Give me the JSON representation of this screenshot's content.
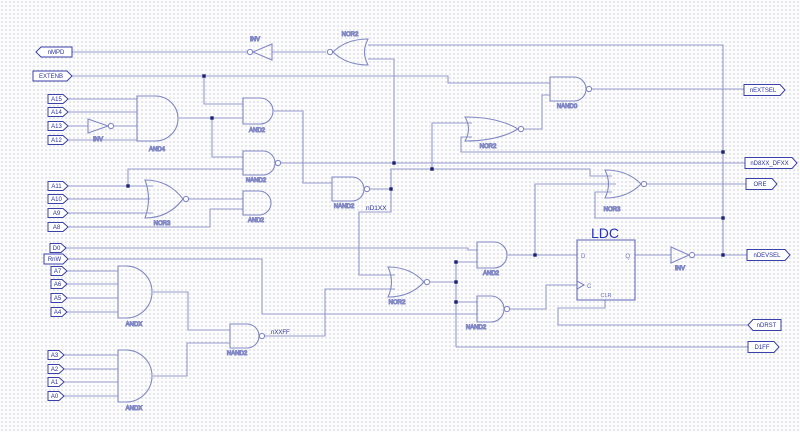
{
  "colors": {
    "wire": "#979cd0",
    "symbol": "#8289c4",
    "port_stroke": "#3a41a8",
    "port_text": "#2a31a0",
    "gate_label": "#9094c6",
    "net_label": "#2a31a0",
    "junction": "#1c2270",
    "ff_stroke": "#6a70bd",
    "ff_title": "#2a35b8",
    "ff_pin_text": "#6a70bd",
    "background": "#fcfcfd"
  },
  "ports": {
    "left": [
      {
        "id": "nmpd",
        "label": "nMPD"
      },
      {
        "id": "extenb",
        "label": "EXTENB"
      },
      {
        "id": "a15",
        "label": "A15"
      },
      {
        "id": "a14",
        "label": "A14"
      },
      {
        "id": "a13",
        "label": "A13"
      },
      {
        "id": "a12",
        "label": "A12"
      },
      {
        "id": "a11",
        "label": "A11"
      },
      {
        "id": "a10",
        "label": "A10"
      },
      {
        "id": "a9",
        "label": "A9"
      },
      {
        "id": "a8",
        "label": "A8"
      },
      {
        "id": "d0",
        "label": "D0"
      },
      {
        "id": "rnw",
        "label": "RnW"
      },
      {
        "id": "a7",
        "label": "A7"
      },
      {
        "id": "a6",
        "label": "A6"
      },
      {
        "id": "a5",
        "label": "A5"
      },
      {
        "id": "a4",
        "label": "A4"
      },
      {
        "id": "a3",
        "label": "A3"
      },
      {
        "id": "a2",
        "label": "A2"
      },
      {
        "id": "a1",
        "label": "A1"
      },
      {
        "id": "a0",
        "label": "A0"
      }
    ],
    "right": [
      {
        "id": "nextsel",
        "label": "nEXTSEL"
      },
      {
        "id": "nd8xx",
        "label": "nD8XX_DFXX"
      },
      {
        "id": "ore",
        "label": "ORE"
      },
      {
        "id": "ndevsel",
        "label": "nDEVSEL"
      },
      {
        "id": "ndrst",
        "label": "nDRST"
      },
      {
        "id": "d1ff",
        "label": "D1FF"
      }
    ]
  },
  "gates": [
    {
      "id": "inv-top",
      "label": "INV"
    },
    {
      "id": "nor2-top",
      "label": "NOR2"
    },
    {
      "id": "inv-a13",
      "label": "INV"
    },
    {
      "id": "and4",
      "label": "AND4"
    },
    {
      "id": "and2-1",
      "label": "AND2"
    },
    {
      "id": "nand2-1",
      "label": "NAND2"
    },
    {
      "id": "nor3-left",
      "label": "NOR3"
    },
    {
      "id": "and2-2",
      "label": "AND2"
    },
    {
      "id": "nand2-2",
      "label": "NAND2"
    },
    {
      "id": "nor2-mid",
      "label": "NOR2"
    },
    {
      "id": "nand0",
      "label": "NAND0"
    },
    {
      "id": "nor3-right",
      "label": "NOR3"
    },
    {
      "id": "and2-3",
      "label": "AND2"
    },
    {
      "id": "nor2-bot",
      "label": "NOR2"
    },
    {
      "id": "nand2-3",
      "label": "NAND2"
    },
    {
      "id": "inv-out",
      "label": "INV"
    },
    {
      "id": "andx-1",
      "label": "ANDX"
    },
    {
      "id": "andx-2",
      "label": "ANDX"
    },
    {
      "id": "nand2-4",
      "label": "NAND2"
    }
  ],
  "net_labels": [
    {
      "id": "nd1xx",
      "text": "nD1XX"
    },
    {
      "id": "nxxff",
      "text": "nXXFF"
    }
  ],
  "flipflop": {
    "title": "LDC",
    "pin_d": "D",
    "pin_q": "Q",
    "pin_c": "C",
    "pin_clr": "CLR"
  }
}
